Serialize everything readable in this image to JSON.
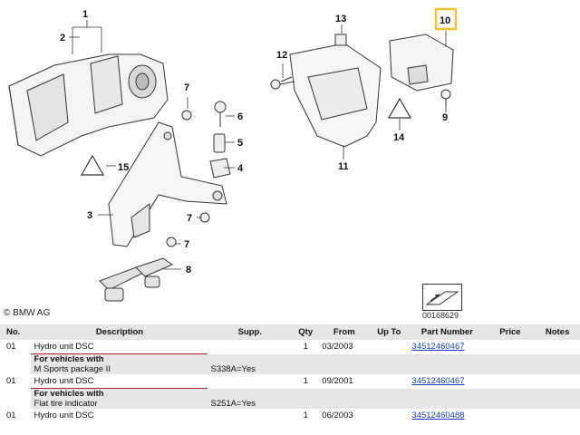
{
  "diagram": {
    "callouts": [
      {
        "id": "c1",
        "text": "1"
      },
      {
        "id": "c2",
        "text": "2"
      },
      {
        "id": "c3",
        "text": "3"
      },
      {
        "id": "c4",
        "text": "4"
      },
      {
        "id": "c5",
        "text": "5"
      },
      {
        "id": "c6",
        "text": "6"
      },
      {
        "id": "c7a",
        "text": "7"
      },
      {
        "id": "c7b",
        "text": "7"
      },
      {
        "id": "c7c",
        "text": "7"
      },
      {
        "id": "c8",
        "text": "8"
      },
      {
        "id": "c9",
        "text": "9"
      },
      {
        "id": "c10",
        "text": "10"
      },
      {
        "id": "c11",
        "text": "11"
      },
      {
        "id": "c12",
        "text": "12"
      },
      {
        "id": "c13",
        "text": "13"
      },
      {
        "id": "c14",
        "text": "14"
      },
      {
        "id": "c15",
        "text": "15"
      }
    ],
    "highlight_color": "#f2c230",
    "copyright": "© BMW AG",
    "reference_number": "00168629"
  },
  "table": {
    "headers": {
      "no": "No.",
      "description": "Description",
      "supp": "Supp.",
      "qty": "Qty",
      "from": "From",
      "upto": "Up To",
      "part_number": "Part Number",
      "price": "Price",
      "notes": "Notes"
    },
    "rows": [
      {
        "no": "01",
        "description": "Hydro unit DSC",
        "supp": "",
        "qty": "1",
        "from": "03/2003",
        "upto": "",
        "part_number": "34512460467",
        "price": "",
        "notes": ""
      },
      {
        "cond_title": "For vehicles with",
        "cond_sub": "M Sports package II",
        "cond_code": "S338A=Yes"
      },
      {
        "no": "01",
        "description": "Hydro unit DSC",
        "supp": "",
        "qty": "1",
        "from": "09/2001",
        "upto": "",
        "part_number": "34512460467",
        "price": "",
        "notes": ""
      },
      {
        "cond_title": "For vehicles with",
        "cond_sub": "Flat tire indicator",
        "cond_code": "S251A=Yes"
      },
      {
        "no": "01",
        "description": "Hydro unit DSC",
        "supp": "",
        "qty": "1",
        "from": "06/2003",
        "upto": "",
        "part_number": "34512460488",
        "price": "",
        "notes": ""
      }
    ],
    "link_color": "#1a3fcc"
  }
}
